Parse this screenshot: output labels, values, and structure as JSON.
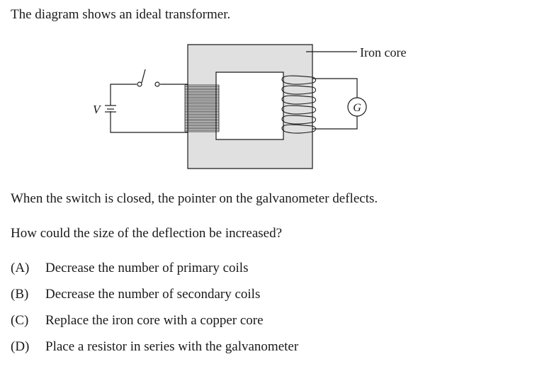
{
  "question": {
    "intro": "The diagram shows an ideal transformer.",
    "statement": "When the switch is closed, the pointer on the galvanometer deflects.",
    "prompt": "How could the size of the deflection be increased?"
  },
  "diagram": {
    "core_label": "Iron core",
    "voltage_label": "V",
    "galvanometer_label": "G",
    "core_color": "#e0e0e0"
  },
  "options": [
    {
      "letter": "(A)",
      "text": "Decrease the number of primary coils"
    },
    {
      "letter": "(B)",
      "text": "Decrease the number of secondary coils"
    },
    {
      "letter": "(C)",
      "text": "Replace the iron core with a copper core"
    },
    {
      "letter": "(D)",
      "text": "Place a resistor in series with the galvanometer"
    }
  ]
}
